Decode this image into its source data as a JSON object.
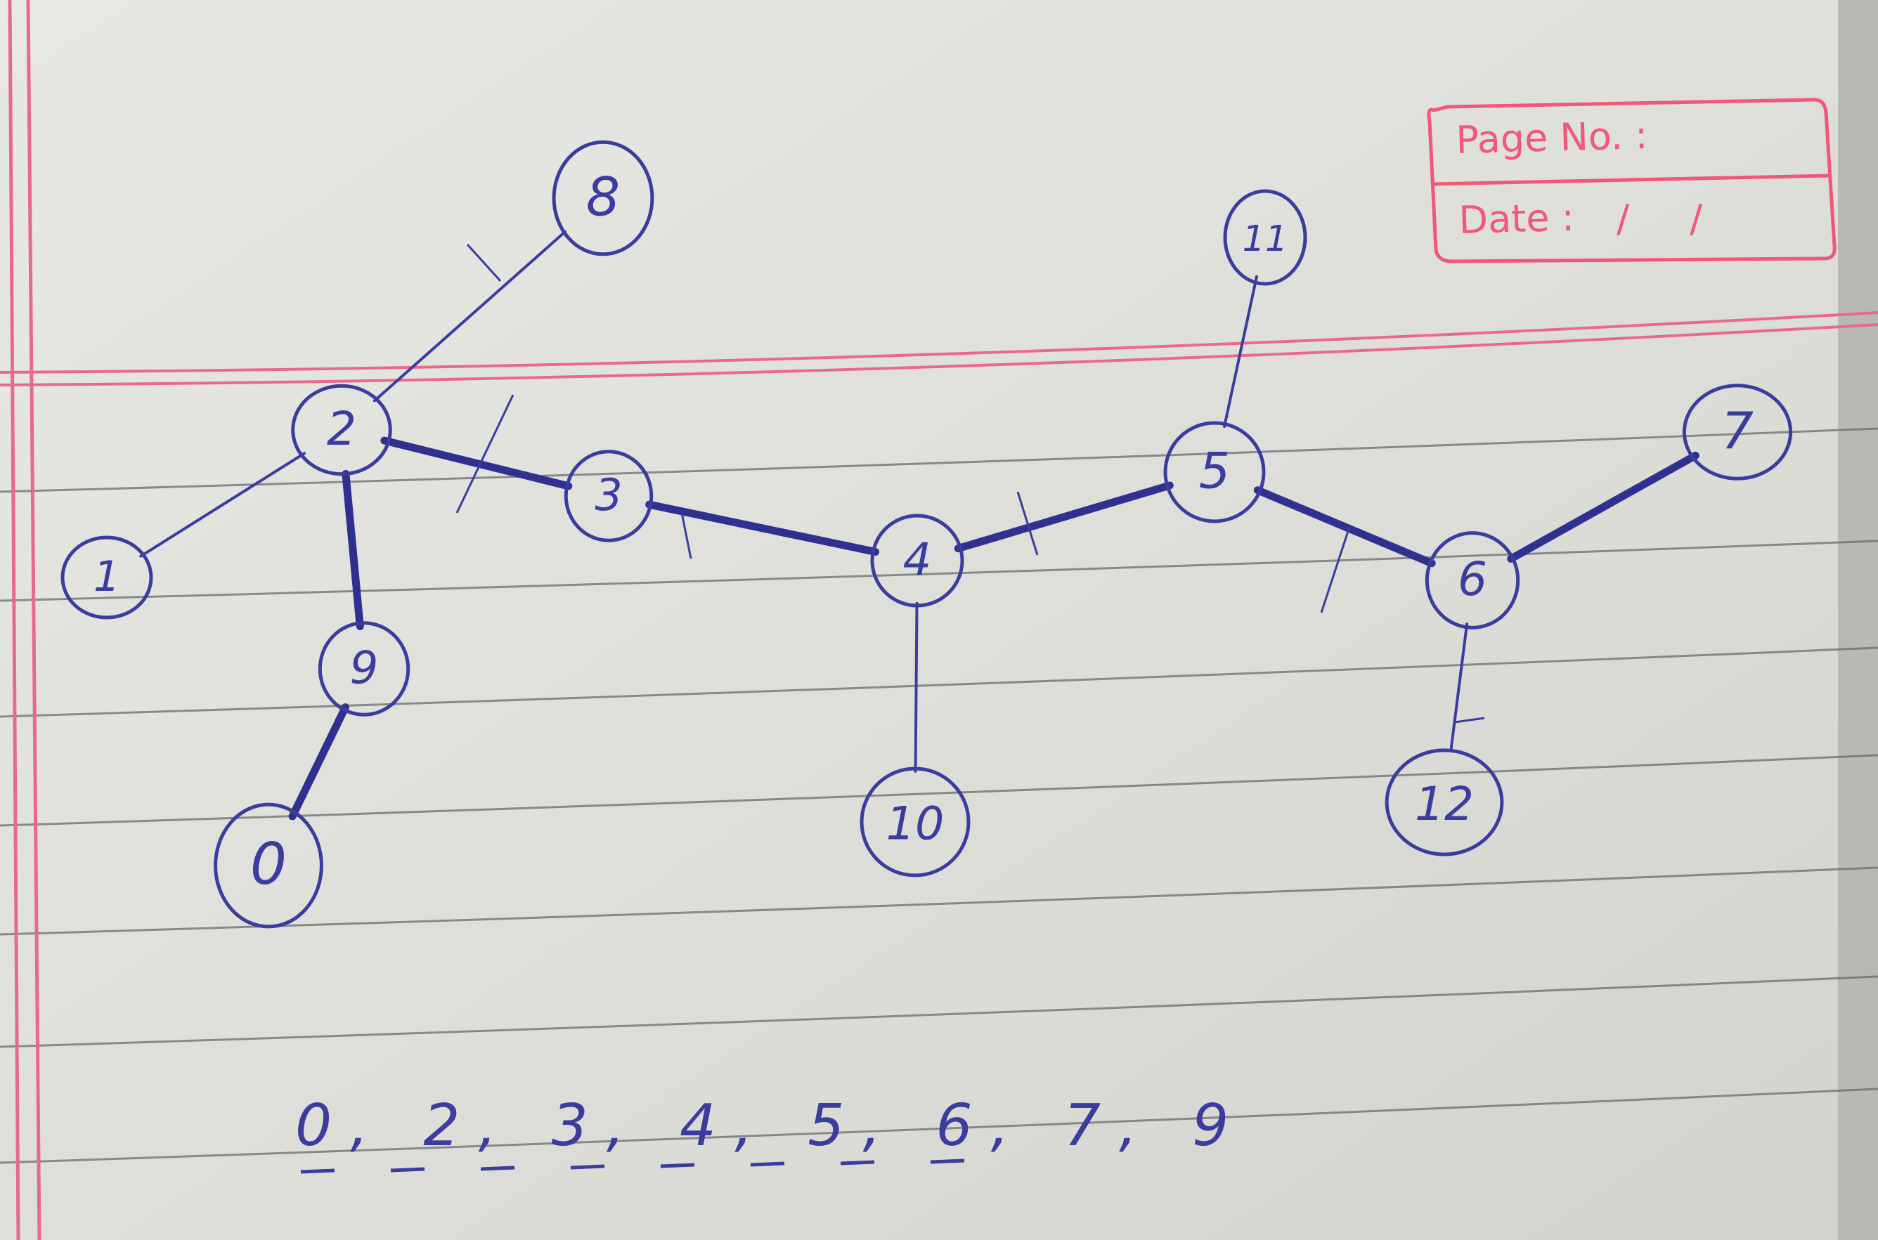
{
  "header_box": {
    "page_no_label": "Page No. :",
    "date_label": "Date :",
    "date_separators": "/     /"
  },
  "graph": {
    "nodes": [
      {
        "id": "n0",
        "label": "0"
      },
      {
        "id": "n1",
        "label": "1"
      },
      {
        "id": "n2",
        "label": "2"
      },
      {
        "id": "n3",
        "label": "3"
      },
      {
        "id": "n4",
        "label": "4"
      },
      {
        "id": "n5",
        "label": "5"
      },
      {
        "id": "n6",
        "label": "6"
      },
      {
        "id": "n7",
        "label": "7"
      },
      {
        "id": "n8",
        "label": "8"
      },
      {
        "id": "n9",
        "label": "9"
      },
      {
        "id": "n10",
        "label": "10"
      },
      {
        "id": "n11",
        "label": "11"
      },
      {
        "id": "n12",
        "label": "12"
      }
    ],
    "edges": [
      {
        "from": "n2",
        "to": "n8",
        "highlighted": false
      },
      {
        "from": "n2",
        "to": "n1",
        "highlighted": false
      },
      {
        "from": "n2",
        "to": "n3",
        "highlighted": true
      },
      {
        "from": "n2",
        "to": "n9",
        "highlighted": true
      },
      {
        "from": "n9",
        "to": "n0",
        "highlighted": true
      },
      {
        "from": "n3",
        "to": "n4",
        "highlighted": true
      },
      {
        "from": "n4",
        "to": "n5",
        "highlighted": true
      },
      {
        "from": "n4",
        "to": "n10",
        "highlighted": false
      },
      {
        "from": "n5",
        "to": "n6",
        "highlighted": true
      },
      {
        "from": "n5",
        "to": "n11",
        "highlighted": false
      },
      {
        "from": "n6",
        "to": "n7",
        "highlighted": true
      },
      {
        "from": "n6",
        "to": "n12",
        "highlighted": false
      }
    ]
  },
  "path_sequence": {
    "items": [
      "0",
      "2",
      "3",
      "4",
      "5",
      "6",
      "7",
      "9"
    ],
    "text": "0, 2, 3, 4, 5, 6, 7, 9"
  },
  "colors": {
    "ink": "#3a3d9e",
    "ink_bold": "#2e3190",
    "paper": "#e4e5e1",
    "rule_line": "#5c5f66",
    "margin_red": "#e86a8a",
    "stamp_red": "#f0587a"
  }
}
